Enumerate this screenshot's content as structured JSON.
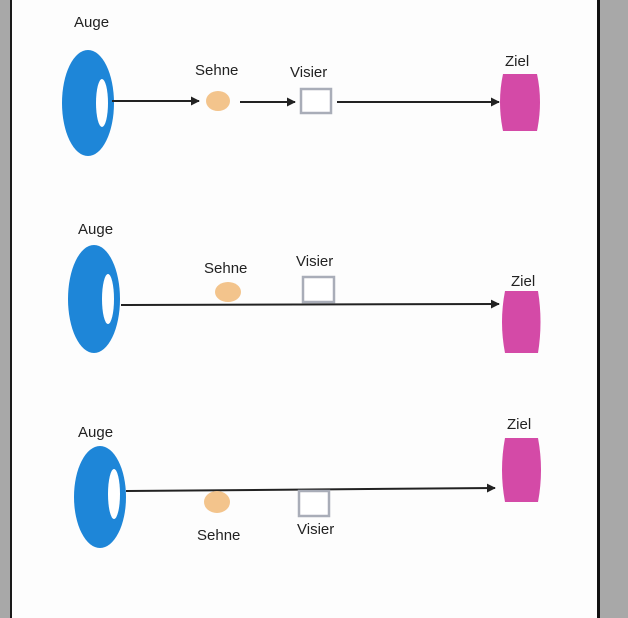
{
  "colors": {
    "eye": "#1e86d8",
    "bowstring": "#f3c48c",
    "sight_border": "#a9adb8",
    "target": "#d44aa7",
    "arrow": "#222222",
    "page": "#fdfdfd",
    "background": "#a8a8a8"
  },
  "panels": [
    {
      "labels": {
        "eye": "Auge",
        "bowstring": "Sehne",
        "sight": "Visier",
        "target": "Ziel"
      },
      "description": "Auge, Sehne, Visier und Ziel auf einer Linie"
    },
    {
      "labels": {
        "eye": "Auge",
        "bowstring": "Sehne",
        "sight": "Visier",
        "target": "Ziel"
      },
      "description": "Sehne und Visier oberhalb der Ziellinie"
    },
    {
      "labels": {
        "eye": "Auge",
        "bowstring": "Sehne",
        "sight": "Visier",
        "target": "Ziel"
      },
      "description": "Sehne und Visier unterhalb der Ziellinie"
    }
  ]
}
